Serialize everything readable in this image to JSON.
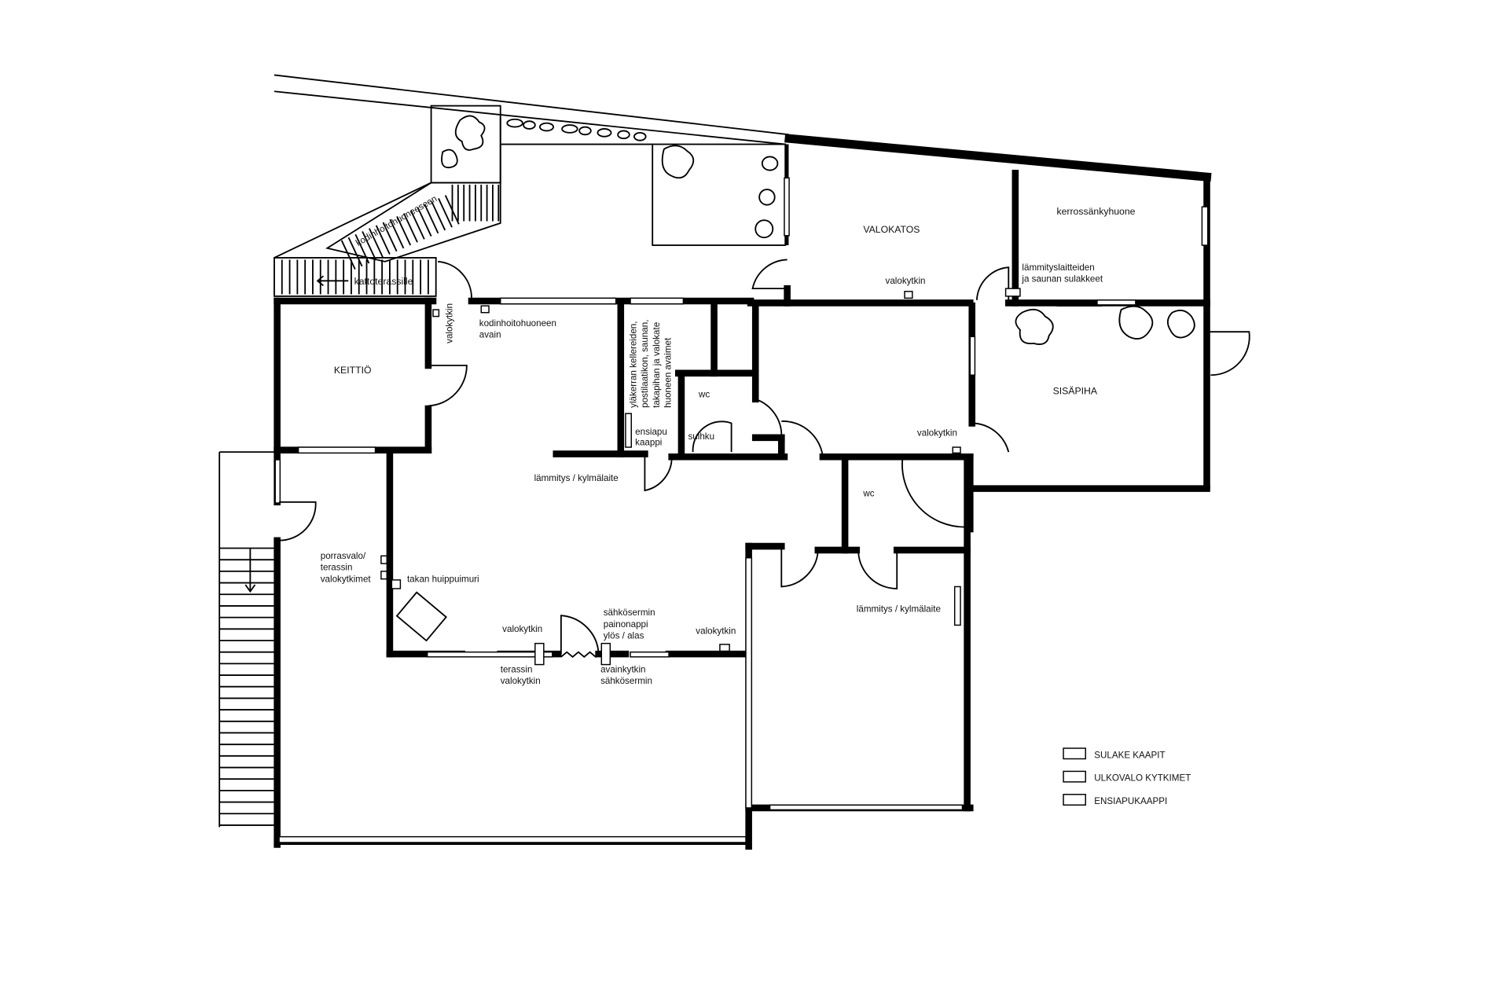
{
  "rooms": {
    "keittio": "KEITTIÖ",
    "valokatos": "VALOKATOS",
    "kerrossankyhuone": "kerrossänkyhuone",
    "sisapiha": "SISÄPIHA",
    "wc1": "wc",
    "wc2": "wc",
    "suihku": "suihku"
  },
  "labels": {
    "kodinhoitohuoneeseen": "kodinhoitohuoneeseen",
    "kattoterassille": "kattoterassille",
    "valokytkin_keittio": "valokytkin",
    "kodinhoito_avain_1": "kodinhoitohuoneen",
    "kodinhoito_avain_2": "avain",
    "avaimet_1": "yläkerran kellereiden,",
    "avaimet_2": "postilaatikon, saunan,",
    "avaimet_3": "takapihan ja valokate",
    "avaimet_4": "huoneen  avaimet",
    "ensiapu_1": "ensiapu",
    "ensiapu_2": "kaappi",
    "lammitys_1": "lämmitys / kylmälaite",
    "lammitys_2": "lämmitys / kylmälaite",
    "valokytkin_valokatos": "valokytkin",
    "sulakkeet_1": "lämmityslaitteiden",
    "sulakkeet_2": "ja saunan sulakkeet",
    "valokytkin_sisapiha": "valokytkin",
    "porrasvalo_1": "porrasvalo/",
    "porrasvalo_2": "terassin",
    "porrasvalo_3": "valokytkimet",
    "takan": "takan huippuimuri",
    "valokytkin_hall": "valokytkin",
    "sahkosermin_1": "sähkösermin",
    "sahkosermin_2": "painonappi",
    "sahkosermin_3": "ylös / alas",
    "valokytkin_right": "valokytkin",
    "terassin_1": "terassin",
    "terassin_2": "valokytkin",
    "avainkytkin_1": "avainkytkin",
    "avainkytkin_2": "sähkösermin"
  },
  "legend": [
    {
      "label": "SULAKE KAAPIT"
    },
    {
      "label": "ULKOVALO KYTKIMET"
    },
    {
      "label": "ENSIAPUKAAPPI"
    }
  ]
}
